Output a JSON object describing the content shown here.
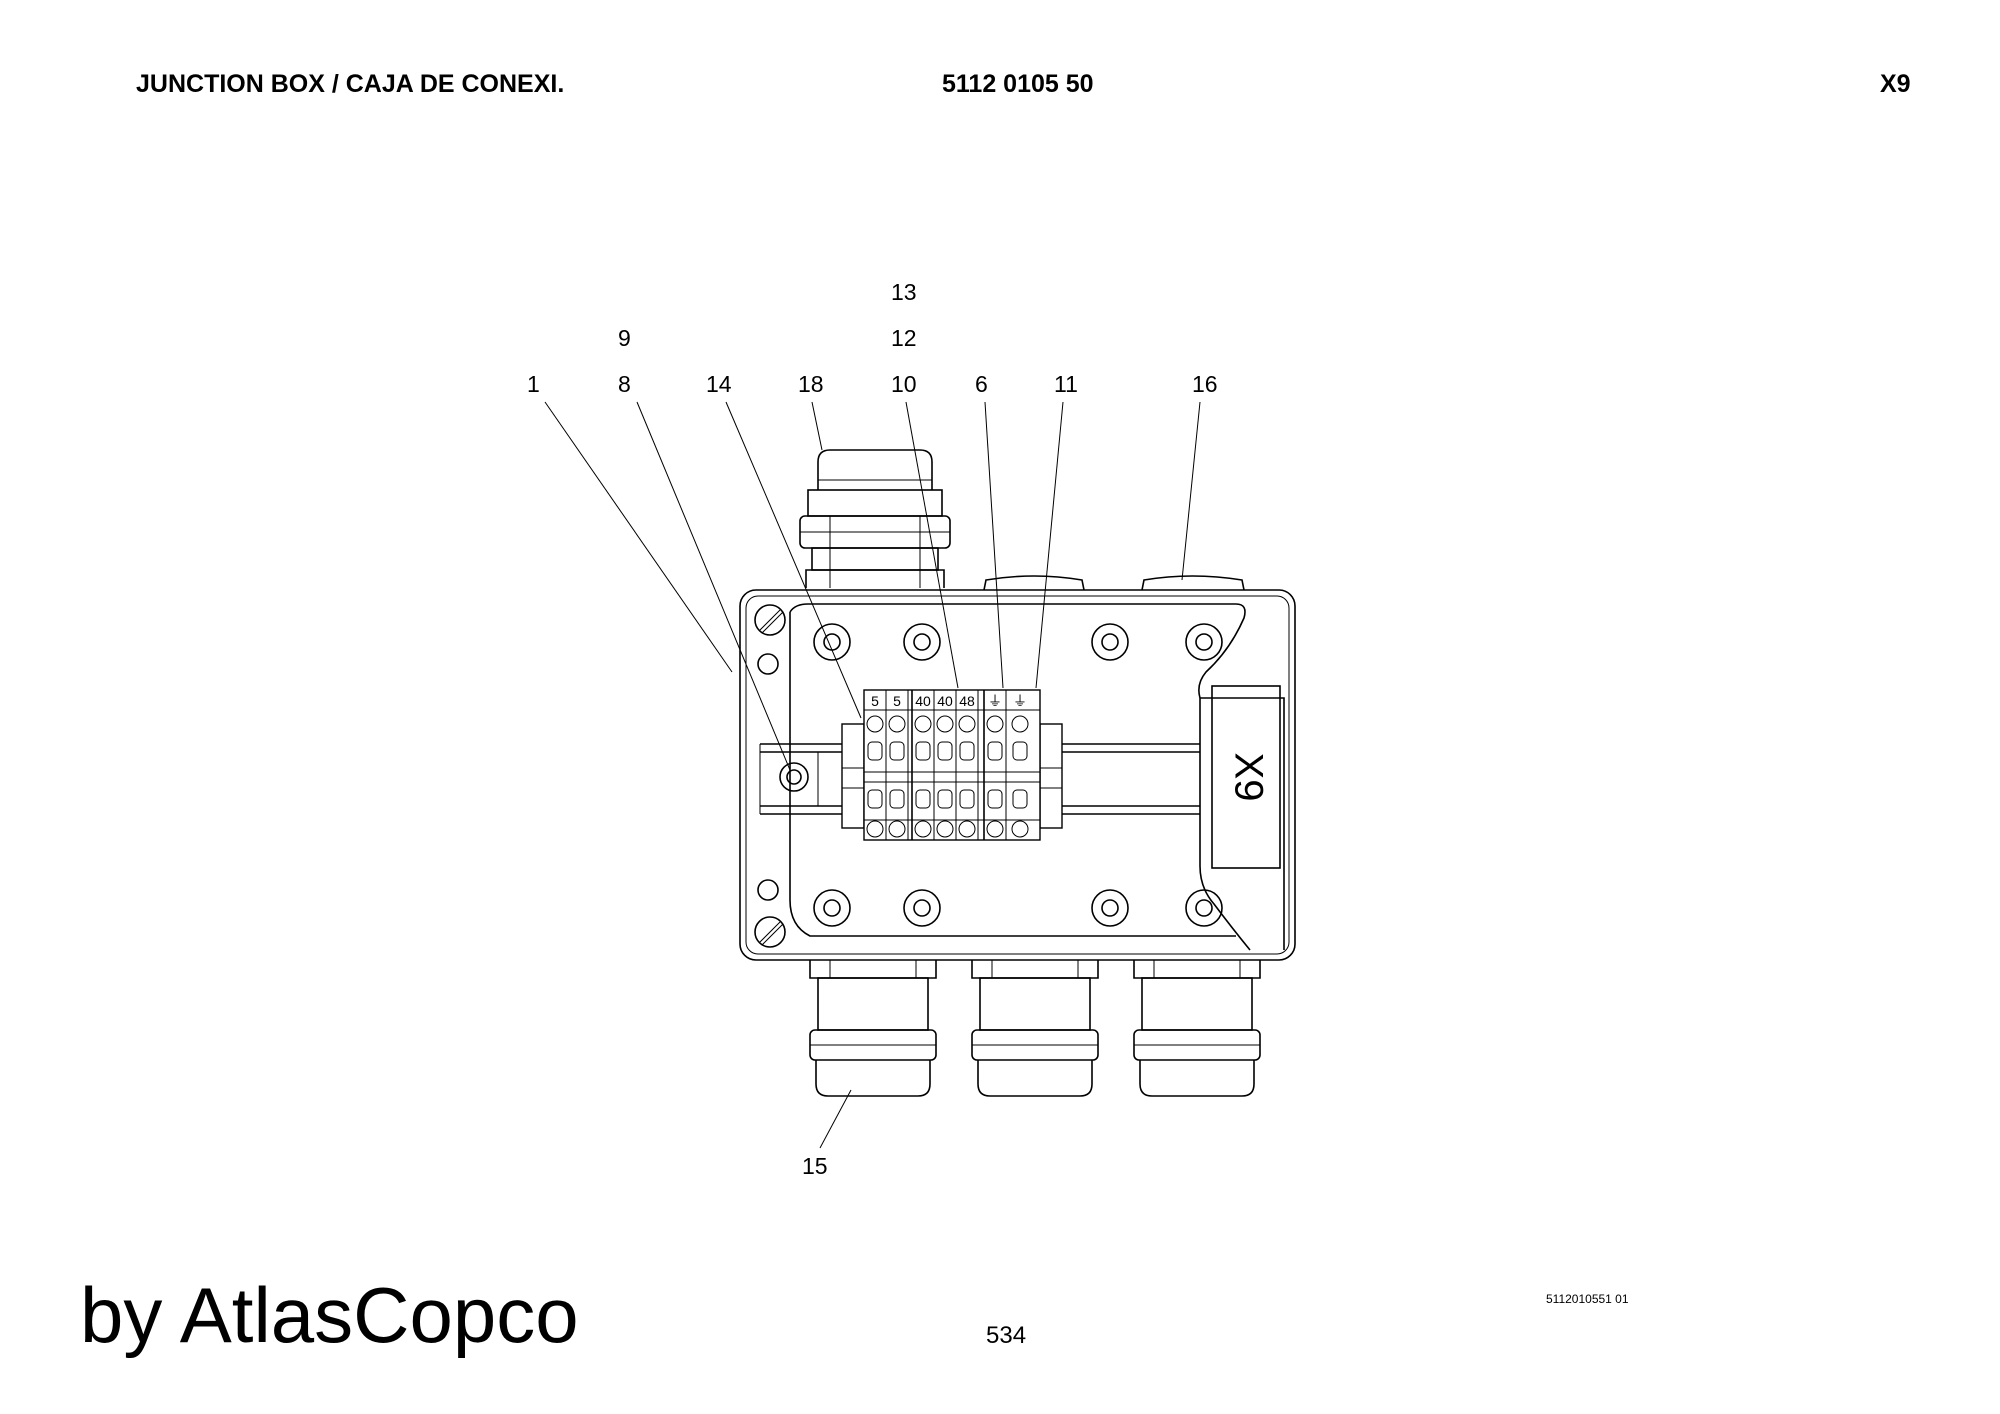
{
  "header": {
    "title": "JUNCTION BOX / CAJA DE CONEXI.",
    "part_number": "5112 0105 50",
    "code": "X9"
  },
  "callouts": [
    "1",
    "8",
    "9",
    "14",
    "18",
    "10",
    "12",
    "13",
    "6",
    "11",
    "16",
    "15"
  ],
  "terminal_labels": [
    "5",
    "5",
    "40",
    "40",
    "48",
    "⏚",
    "⏚"
  ],
  "box_label": "X9",
  "footer": {
    "brand": "by AtlasCopco",
    "page": "534",
    "doc_ref": "5112010551 01"
  }
}
